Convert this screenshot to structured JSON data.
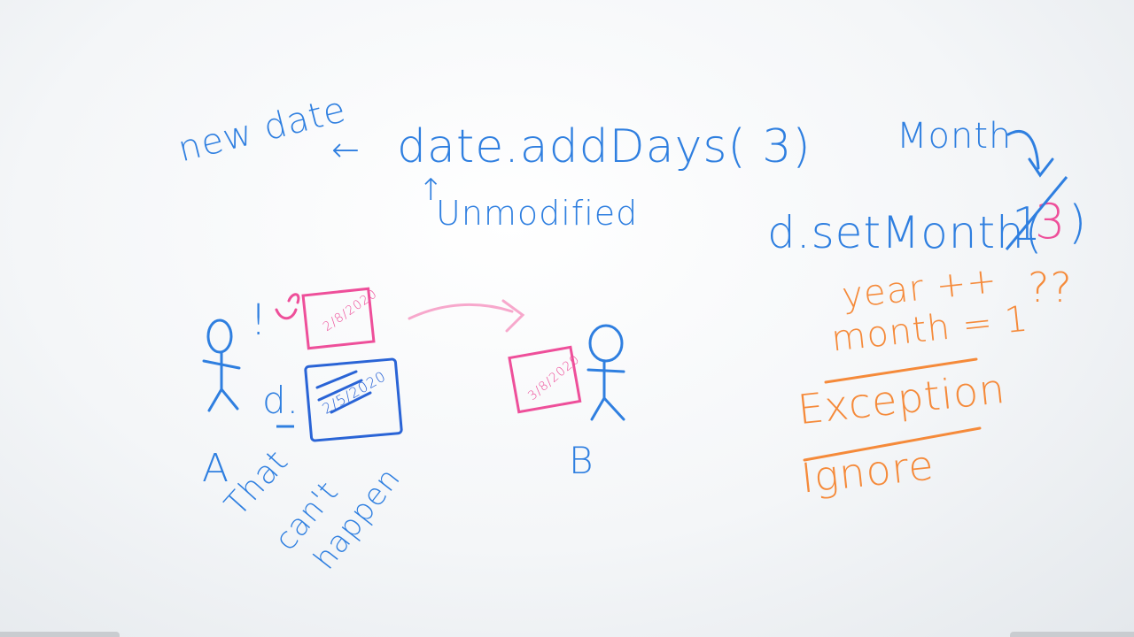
{
  "board": {
    "top_left": {
      "new_date": "new date",
      "left_arrow": "←",
      "method_call": "date.addDays( 3)",
      "up_arrow": "↑",
      "unmodified": "Unmodified"
    },
    "top_right": {
      "month_label": "Month",
      "set_month_prefix": "d.setMonth(",
      "struck_value": "1",
      "new_value": "3",
      "close_paren": ")"
    },
    "orange_notes": {
      "question_marks": "??",
      "year_increment": "year ++",
      "month_assign": "month = 1",
      "exception": "Exception",
      "ignore": "Ignore"
    },
    "scene": {
      "person_a_label": "A",
      "exclaim": "!",
      "variable_d": "d.",
      "calendar_top_text": "2/8/2020",
      "calendar_main_text": "2/5/2020",
      "calendar_b_text": "3/8/2020",
      "person_b_label": "B",
      "quote_line1": "That",
      "quote_line2": "can't",
      "quote_line3": "happen"
    },
    "colors": {
      "blue": "#2f7fe0",
      "orange": "#f58a3a",
      "pink": "#ee4f9a"
    }
  }
}
